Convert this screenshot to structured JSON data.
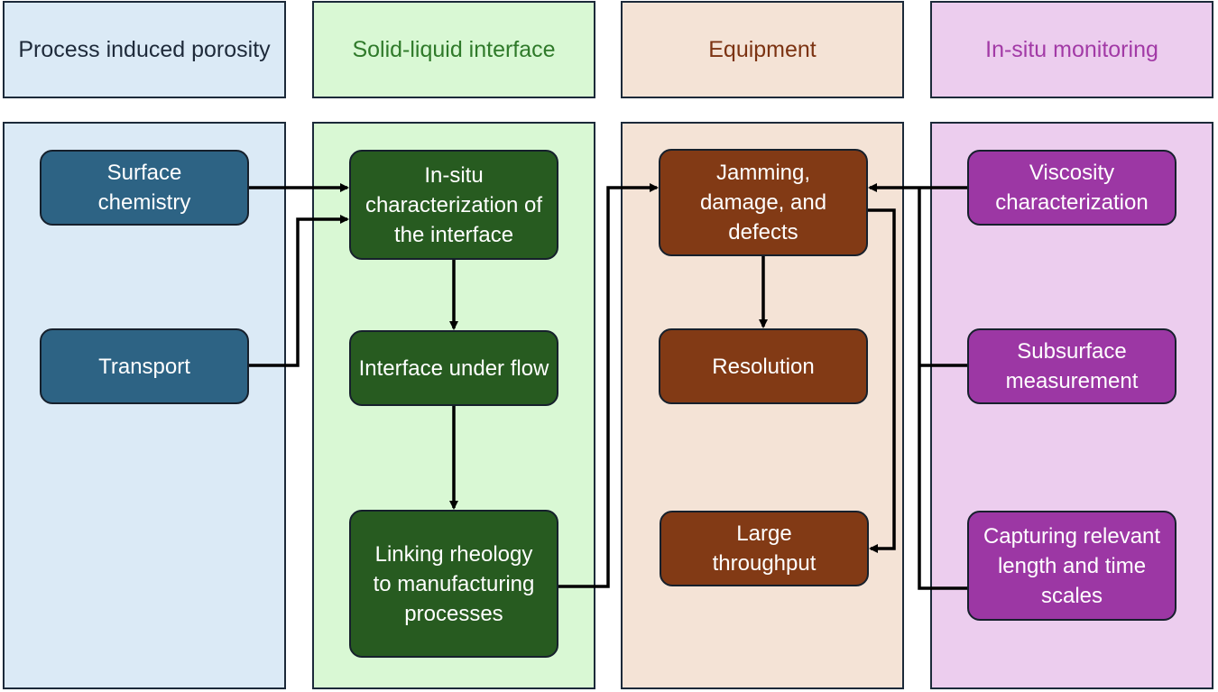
{
  "headers": {
    "porosity": "Process induced porosity",
    "interface": "Solid-liquid interface",
    "equipment": "Equipment",
    "monitoring": "In-situ monitoring"
  },
  "nodes": {
    "surface_chemistry": "Surface chemistry",
    "transport": "Transport",
    "insitu_characterization": "In-situ characterization of the interface",
    "interface_under_flow": "Interface under flow",
    "linking_rheology": "Linking rheology to manufacturing processes",
    "jamming": "Jamming, damage, and defects",
    "resolution": "Resolution",
    "large_throughput": "Large throughput",
    "viscosity": "Viscosity characterization",
    "subsurface": "Subsurface measurement",
    "capturing": "Capturing relevant length and time scales"
  },
  "colors": {
    "porosity_bg": "#dbeaf6",
    "interface_bg": "#d9f8d4",
    "equipment_bg": "#f4e3d6",
    "monitoring_bg": "#eccdee",
    "porosity_node": "#2d6384",
    "interface_node": "#275b20",
    "equipment_node": "#823a15",
    "monitoring_node": "#9c37a4",
    "arrow": "#000000"
  }
}
